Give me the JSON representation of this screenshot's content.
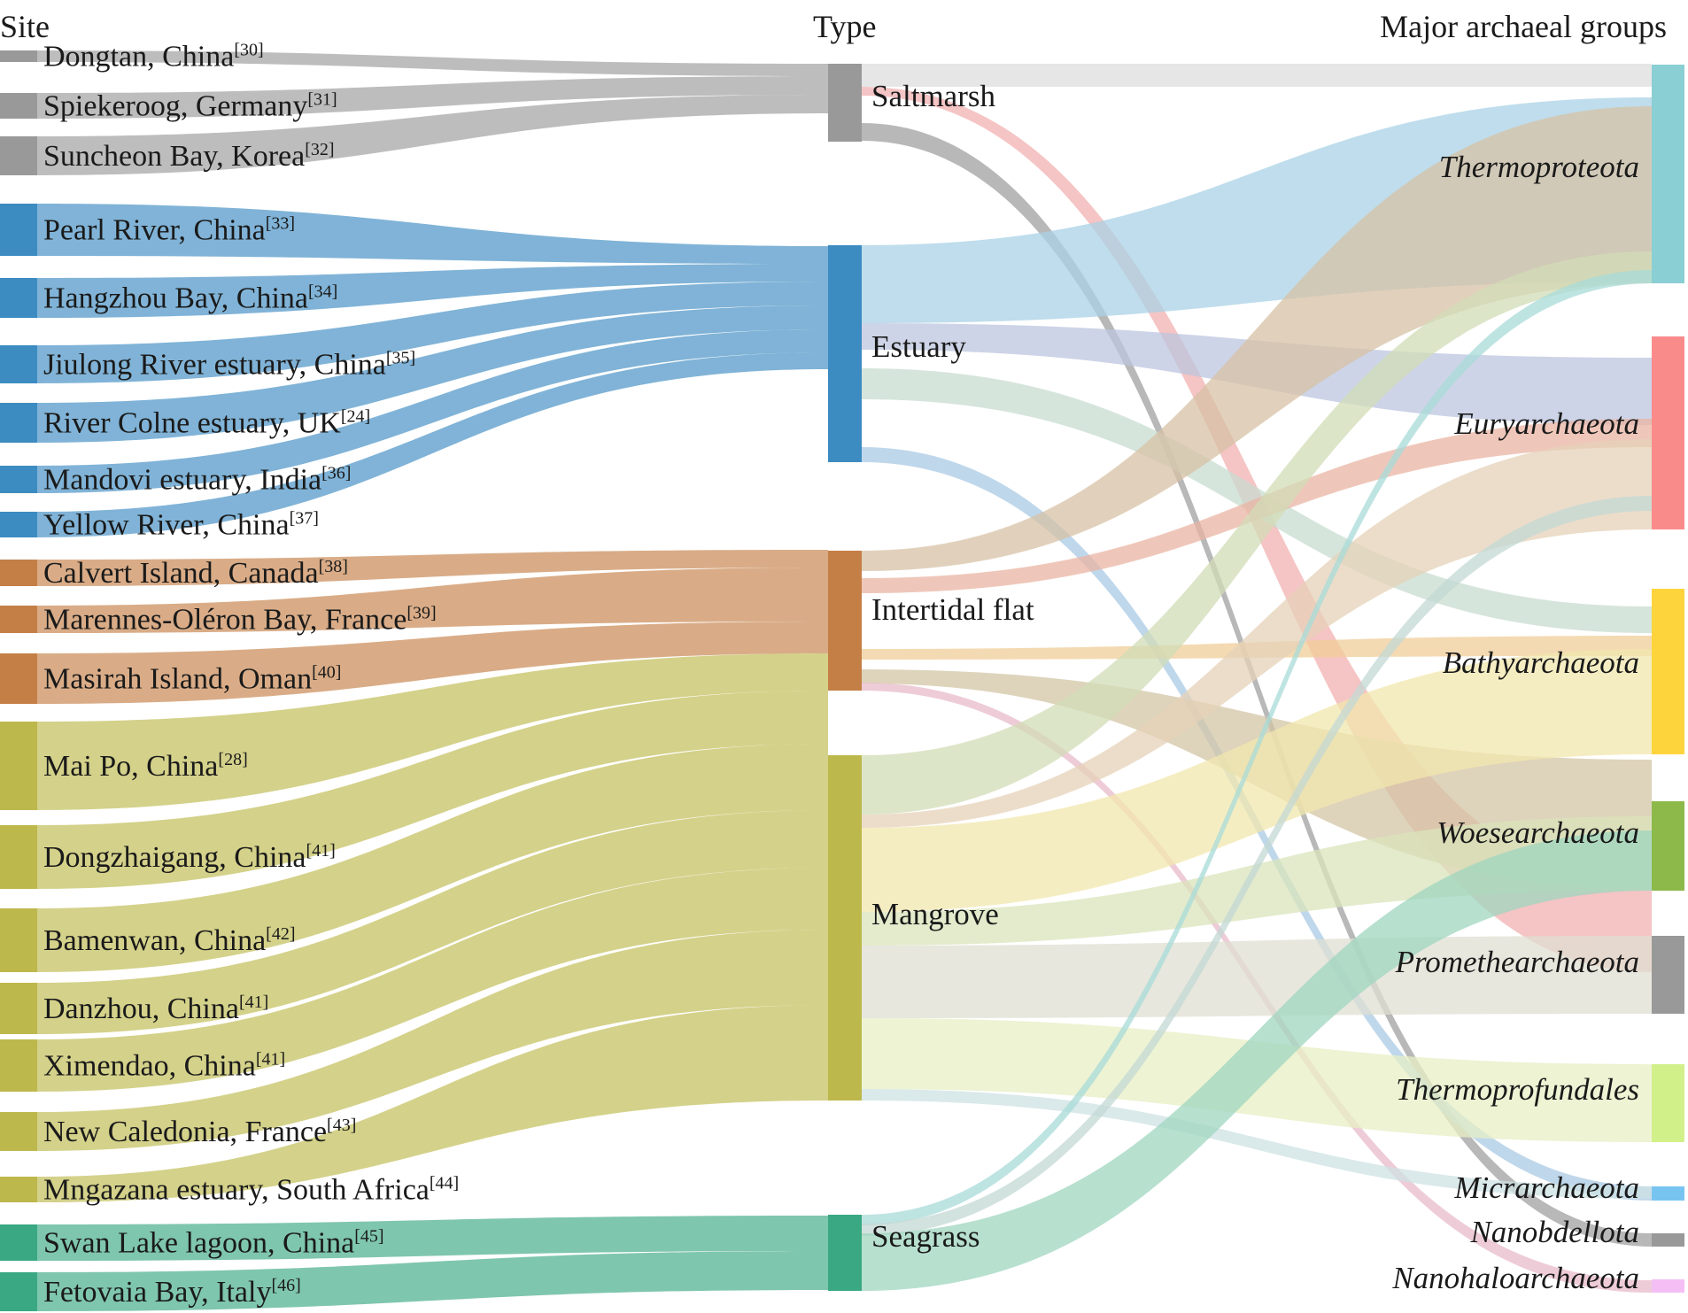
{
  "headers": {
    "site": "Site",
    "type": "Type",
    "groups": "Major archaeal groups"
  },
  "colors": {
    "Saltmarsh": "#999999",
    "Estuary": "#3c8bc1",
    "Intertidal flat": "#c47f47",
    "Mangrove": "#bdb84c",
    "Seagrass": "#3aa882"
  },
  "sites": [
    {
      "name": "Dongtan, China",
      "ref": "[30]",
      "type": "Saltmarsh"
    },
    {
      "name": "Spiekeroog, Germany",
      "ref": "[31]",
      "type": "Saltmarsh"
    },
    {
      "name": "Suncheon Bay, Korea",
      "ref": "[32]",
      "type": "Saltmarsh"
    },
    {
      "name": "Pearl River, China",
      "ref": "[33]",
      "type": "Estuary"
    },
    {
      "name": "Hangzhou Bay, China",
      "ref": "[34]",
      "type": "Estuary"
    },
    {
      "name": "Jiulong River estuary, China",
      "ref": "[35]",
      "type": "Estuary"
    },
    {
      "name": "River Colne estuary, UK",
      "ref": "[24]",
      "type": "Estuary"
    },
    {
      "name": "Mandovi estuary, India",
      "ref": "[36]",
      "type": "Estuary"
    },
    {
      "name": "Yellow River, China",
      "ref": "[37]",
      "type": "Estuary"
    },
    {
      "name": "Calvert Island, Canada",
      "ref": "[38]",
      "type": "Intertidal flat"
    },
    {
      "name": "Marennes-Oléron Bay, France",
      "ref": "[39]",
      "type": "Intertidal flat"
    },
    {
      "name": "Masirah Island, Oman",
      "ref": "[40]",
      "type": "Intertidal flat"
    },
    {
      "name": "Mai Po, China",
      "ref": "[28]",
      "type": "Mangrove"
    },
    {
      "name": "Dongzhaigang, China",
      "ref": "[41]",
      "type": "Mangrove"
    },
    {
      "name": "Bamenwan, China",
      "ref": "[42]",
      "type": "Mangrove"
    },
    {
      "name": "Danzhou, China",
      "ref": "[41]",
      "type": "Mangrove"
    },
    {
      "name": "Ximendao, China",
      "ref": "[41]",
      "type": "Mangrove"
    },
    {
      "name": "New Caledonia, France",
      "ref": "[43]",
      "type": "Mangrove"
    },
    {
      "name": "Mngazana estuary, South Africa",
      "ref": "[44]",
      "type": "Mangrove"
    },
    {
      "name": "Swan Lake lagoon, China",
      "ref": "[45]",
      "type": "Seagrass"
    },
    {
      "name": "Fetovaia Bay, Italy",
      "ref": "[46]",
      "type": "Seagrass"
    }
  ],
  "types": [
    "Saltmarsh",
    "Estuary",
    "Intertidal flat",
    "Mangrove",
    "Seagrass"
  ],
  "groups": [
    {
      "name": "Thermoproteota",
      "color": "#8acfd3"
    },
    {
      "name": "Euryarchaeota",
      "color": "#fa8b8b"
    },
    {
      "name": "Bathyarchaeota",
      "color": "#fed43c"
    },
    {
      "name": "Woesearchaeota",
      "color": "#8cb94a"
    },
    {
      "name": "Promethearchaeota",
      "color": "#999999"
    },
    {
      "name": "Thermoprofundales",
      "color": "#d2f08a"
    },
    {
      "name": "Micrarchaeota",
      "color": "#78c4f1"
    },
    {
      "name": "Nanobdellota",
      "color": "#999999"
    },
    {
      "name": "Nanohaloarchaeota",
      "color": "#f4bff5"
    }
  ],
  "links": [
    {
      "from": "Saltmarsh",
      "to": "Thermoproteota",
      "color": "#dddddd"
    },
    {
      "from": "Saltmarsh",
      "to": "Euryarchaeota",
      "color": "#f2b0b0"
    },
    {
      "from": "Saltmarsh",
      "to": "Nanobdellota",
      "color": "#a0a0a0"
    },
    {
      "from": "Estuary",
      "to": "Thermoproteota",
      "color": "#a9d1e6"
    },
    {
      "from": "Estuary",
      "to": "Euryarchaeota",
      "color": "#bcc5df"
    },
    {
      "from": "Estuary",
      "to": "Bathyarchaeota",
      "color": "#c8dcd0"
    },
    {
      "from": "Estuary",
      "to": "Micrarchaeota",
      "color": "#a9c9e4"
    },
    {
      "from": "Intertidal flat",
      "to": "Thermoproteota",
      "color": "#d7c2a6"
    },
    {
      "from": "Intertidal flat",
      "to": "Euryarchaeota",
      "color": "#eab4a3"
    },
    {
      "from": "Intertidal flat",
      "to": "Bathyarchaeota",
      "color": "#f0cd98"
    },
    {
      "from": "Intertidal flat",
      "to": "Woesearchaeota",
      "color": "#d3c5a5"
    },
    {
      "from": "Intertidal flat",
      "to": "Nanohaloarchaeota",
      "color": "#e8bbc9"
    },
    {
      "from": "Mangrove",
      "to": "Thermoproteota",
      "color": "#d2dcb7"
    },
    {
      "from": "Mangrove",
      "to": "Euryarchaeota",
      "color": "#e5d2b8"
    },
    {
      "from": "Mangrove",
      "to": "Bathyarchaeota",
      "color": "#f2e7ad"
    },
    {
      "from": "Mangrove",
      "to": "Woesearchaeota",
      "color": "#dae4bb"
    },
    {
      "from": "Mangrove",
      "to": "Promethearchaeota",
      "color": "#dfdfd2"
    },
    {
      "from": "Mangrove",
      "to": "Thermoprofundales",
      "color": "#e7efc4"
    },
    {
      "from": "Mangrove",
      "to": "Micrarchaeota",
      "color": "#cde1e3"
    },
    {
      "from": "Seagrass",
      "to": "Thermoproteota",
      "color": "#a8dbd8"
    },
    {
      "from": "Seagrass",
      "to": "Euryarchaeota",
      "color": "#c3d8d4"
    },
    {
      "from": "Seagrass",
      "to": "Woesearchaeota",
      "color": "#9fd6bf"
    }
  ]
}
